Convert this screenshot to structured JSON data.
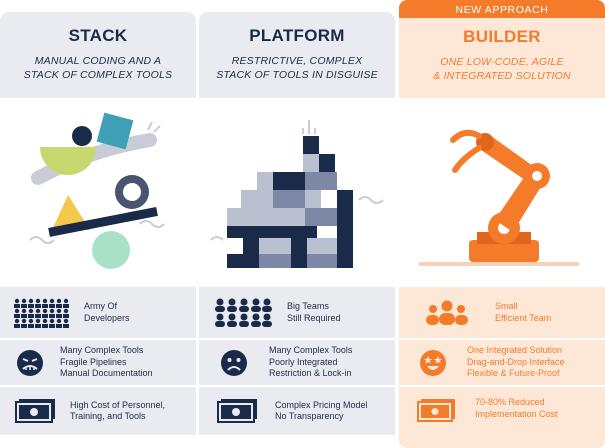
{
  "columns": {
    "stack": {
      "title": "STACK",
      "subtitle_line1": "MANUAL CODING AND A",
      "subtitle_line2": "STACK OF COMPLEX TOOLS",
      "row1": [
        "Army Of",
        "Developers"
      ],
      "row2": [
        "Many Complex Tools",
        "Fragile Pipelines",
        "Manual Documentation"
      ],
      "row3": [
        "High Cost of Personnel,",
        "Training, and Tools"
      ]
    },
    "platform": {
      "title": "PLATFORM",
      "subtitle_line1": "RESTRICTIVE, COMPLEX",
      "subtitle_line2": "STACK OF TOOLS IN DISGUISE",
      "row1": [
        "Big Teams",
        "Still Required"
      ],
      "row2": [
        "Many Complex Tools",
        "Poorly Integrated",
        "Restriction & Lock-in"
      ],
      "row3": [
        "Complex Pricing Model",
        "No Transparency"
      ]
    },
    "builder": {
      "banner": "NEW APPROACH",
      "title": "BUILDER",
      "subtitle_line1": "ONE LOW-CODE, AGILE",
      "subtitle_line2": "& INTEGRATED SOLUTION",
      "row1": [
        "Small",
        "Efficient Team"
      ],
      "row2": [
        "One Integrated Solution",
        "Drag-and-Drop Interface",
        "Flexible & Future-Proof"
      ],
      "row3": [
        "70-80% Reduced",
        "Implementation Cost"
      ]
    }
  },
  "colors": {
    "navy": "#1a2b4a",
    "orange": "#f47b2a",
    "gray_panel": "#e9ebf0",
    "peach_panel": "#fde8d8"
  },
  "icons": {
    "army": "people-crowd-icon",
    "team": "people-group-icon",
    "small_team": "small-team-icon",
    "sad": "sad-face-icon",
    "frown": "frown-face-icon",
    "star_eyes": "star-eyes-face-icon",
    "money": "money-stack-icon"
  }
}
